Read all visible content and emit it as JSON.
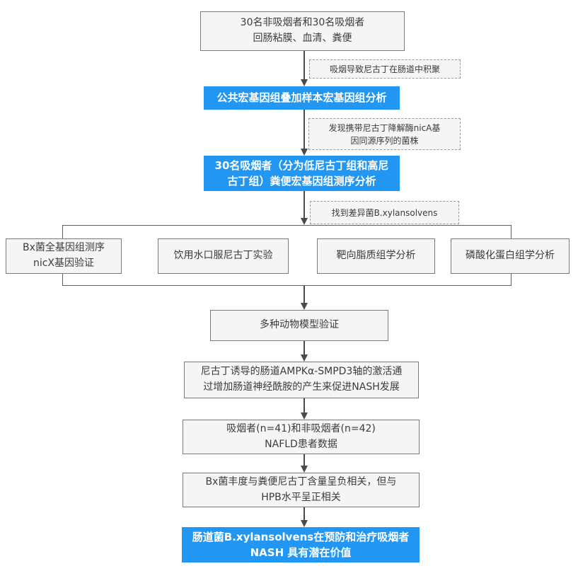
{
  "flowchart": {
    "nodes": {
      "samples": {
        "text": "30名非吸烟者和30名吸烟者\n回肠粘膜、血清、粪便"
      },
      "note_nicotine": {
        "text": "吸烟导致尼古丁在肠道中积聚"
      },
      "public_metagenome": {
        "text": "公共宏基因组叠加样本宏基因组分析"
      },
      "note_nica": {
        "text": "发现携带尼古丁降解酶nicA基\n因同源序列的菌株"
      },
      "smokers_seq": {
        "text": "30名吸烟者（分为低尼古丁组和高尼\n古丁组）粪便宏基因组测序分析"
      },
      "note_bx": {
        "text": "找到差异菌B.xylansolvens"
      },
      "bx_wgs": {
        "text": "Bx菌全基因组测序\nnicX基因验证"
      },
      "oral_nicotine": {
        "text": "饮用水口服尼古丁实验"
      },
      "lipidomics": {
        "text": "靶向脂质组学分析"
      },
      "phosphoproteomics": {
        "text": "磷酸化蛋白组学分析"
      },
      "animal_models": {
        "text": "多种动物模型验证"
      },
      "ampk_axis": {
        "text": "尼古丁诱导的肠道AMPKα-SMPD3轴的激活通\n过增加肠道神经酰胺的产生来促进NASH发展"
      },
      "nafld_cohort": {
        "text": "吸烟者(n=41)和非吸烟者(n=42)\nNAFLD患者数据"
      },
      "bx_correlation": {
        "text": "Bx菌丰度与粪便尼古丁含量呈负相关，但与\nHPB水平呈正相关"
      },
      "conclusion": {
        "text": "肠道菌B.xylansolvens在预防和治疗吸烟者\nNASH 具有潜在价值"
      }
    },
    "colors": {
      "highlight_fill": "#2196f3",
      "highlight_text": "#ffffff",
      "box_fill": "#f5f5f5",
      "box_border": "#7a7a7a",
      "dashed_border": "#9a9a9a",
      "frame_border": "#5f5f5f",
      "arrow": "#4a4a4a",
      "text": "#3b3b3b",
      "background": "#ffffff"
    }
  }
}
